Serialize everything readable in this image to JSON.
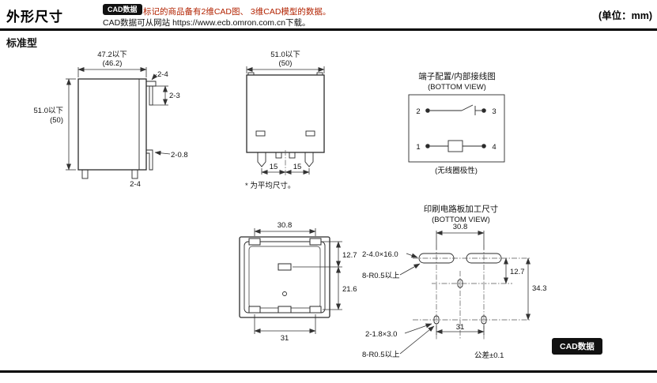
{
  "header": {
    "title": "外形尺寸",
    "cad_badge": "CAD数据",
    "note_line1": "标记的商品备有2维CAD图、 3维CAD模型的数据。",
    "note_line2": "CAD数据可从网站 https://www.ecb.omron.com.cn下载。",
    "unit_label": "(单位：mm)"
  },
  "section_label": "标准型",
  "side_view": {
    "dim_width": "47.2以下",
    "dim_width_ref": "(46.2)",
    "dim_height": "51.0以下",
    "dim_height_ref": "(50)",
    "dim_tab_width": "2-4",
    "dim_tab_length": "2-3",
    "dim_pin_thickness": "2-0.8",
    "dim_pin_width": "2-4"
  },
  "front_view": {
    "dim_width": "51.0以下",
    "dim_width_ref": "(50)",
    "dim_pitch_left": "15",
    "dim_pitch_right": "15",
    "footnote": "* 为平均尺寸。"
  },
  "terminal_diagram": {
    "title": "端子配置/内部接线图",
    "subtitle": "(BOTTOM VIEW)",
    "terminal_top_left": "2",
    "terminal_top_right": "3",
    "terminal_bottom_left": "1",
    "terminal_bottom_right": "4",
    "note": "(无线圈极性)"
  },
  "bottom_view": {
    "dim_top": "30.8",
    "dim_right_upper": "12.7",
    "dim_right_lower": "21.6",
    "dim_bottom": "31"
  },
  "pcb_layout": {
    "title": "印刷电路板加工尺寸",
    "subtitle": "(BOTTOM VIEW)",
    "dim_top": "30.8",
    "slot_label": "2-4.0×16.0",
    "slot_radius_label": "8-R0.5以上",
    "dim_right_upper": "12.7",
    "dim_right_total": "34.3",
    "hole_label": "2-1.8×3.0",
    "hole_radius_label": "8-R0.5以上",
    "dim_bottom": "31",
    "tolerance_label": "公差±0.1"
  },
  "footer": {
    "cad_badge": "CAD数据"
  },
  "colors": {
    "note_red": "#b22200",
    "badge_bg": "#111111",
    "line_color": "#2b2b2b"
  }
}
